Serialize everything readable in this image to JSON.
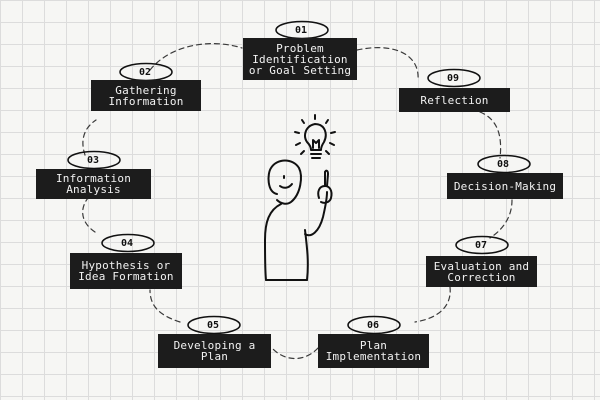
{
  "steps": [
    {
      "number": "01",
      "label": "Problem\nIdentification\nor Goal Setting"
    },
    {
      "number": "02",
      "label": "Gathering\nInformation"
    },
    {
      "number": "03",
      "label": "Information\nAnalysis"
    },
    {
      "number": "04",
      "label": "Hypothesis or\nIdea Formation"
    },
    {
      "number": "05",
      "label": "Developing a\nPlan"
    },
    {
      "number": "06",
      "label": "Plan\nImplementation"
    },
    {
      "number": "07",
      "label": "Evaluation and\nCorrection"
    },
    {
      "number": "08",
      "label": "Decision-Making"
    },
    {
      "number": "09",
      "label": "Reflection"
    }
  ],
  "illustration": {
    "figure": "thinking-person-icon",
    "idea": "lightbulb-icon"
  },
  "colors": {
    "box_fill": "#1c1c1c",
    "box_text": "#f2f2f2",
    "ink": "#111111",
    "background": "#f6f6f4",
    "grid": "#dcdcdc"
  }
}
